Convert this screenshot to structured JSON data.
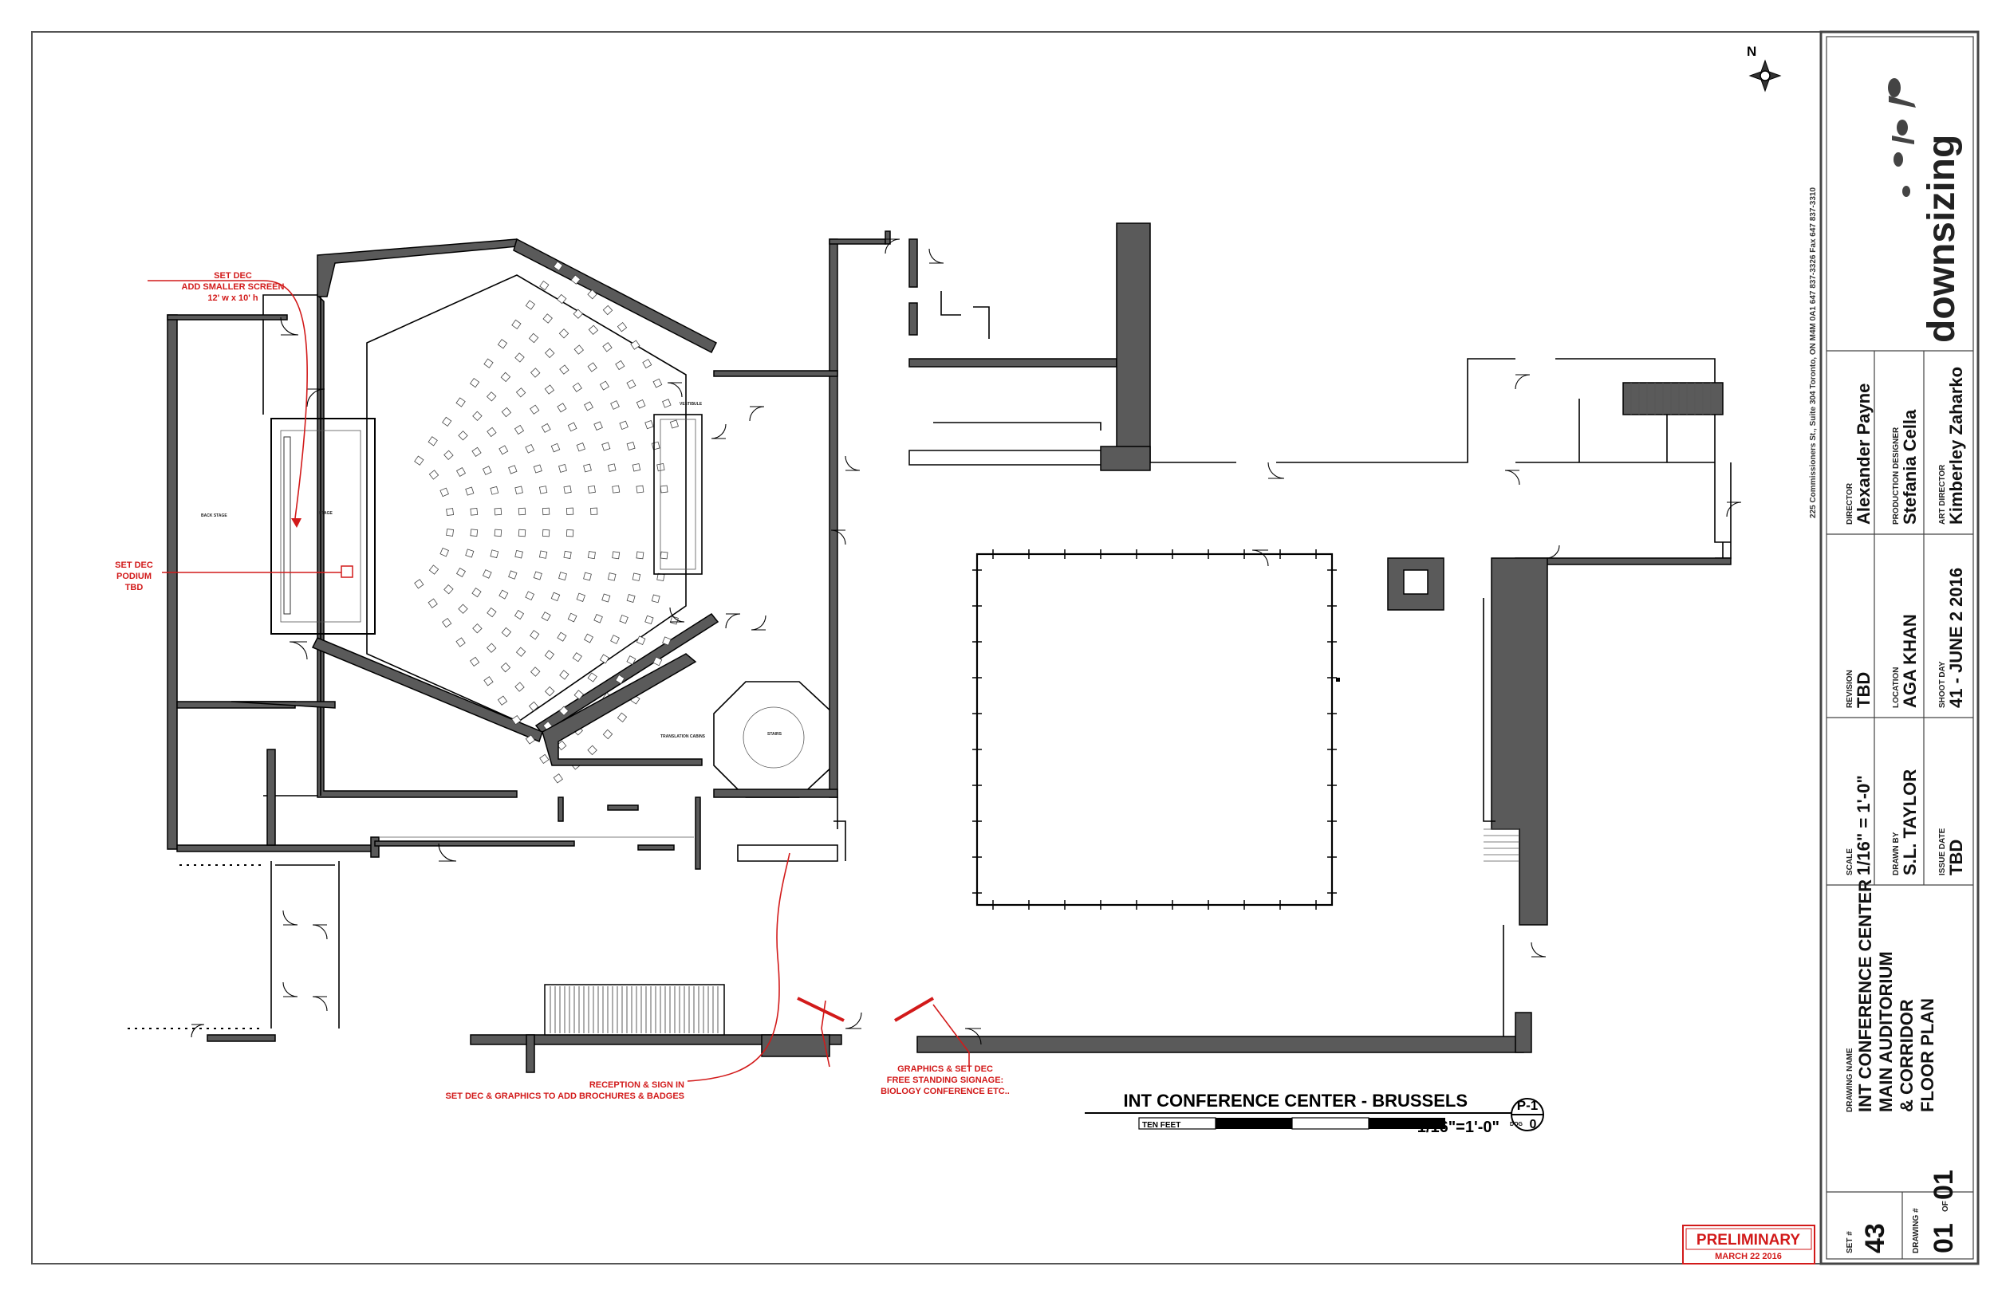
{
  "colors": {
    "ink": "#000000",
    "wall": "#5a5a5a",
    "note_red": "#d21a1a",
    "paper": "#ffffff"
  },
  "compass": {
    "label": "N"
  },
  "room_labels": {
    "back_stage": "BACK STAGE",
    "stage": "STAGE",
    "stairs": "STAIRS",
    "translation": "TRANSLATION CABINS",
    "vestibule": "VESTIBULE"
  },
  "annotations": {
    "screen": [
      "SET DEC",
      "ADD SMALLER SCREEN",
      "12' w x 10' h"
    ],
    "podium": [
      "SET DEC",
      "PODIUM",
      "TBD"
    ],
    "reception": [
      "RECEPTION & SIGN IN",
      "SET DEC & GRAPHICS TO ADD BROCHURES & BADGES"
    ],
    "graphics": [
      "GRAPHICS & SET DEC",
      "FREE STANDING SIGNAGE:",
      "BIOLOGY CONFERENCE ETC.."
    ]
  },
  "plan_title": {
    "title": "INT CONFERENCE CENTER - BRUSSELS",
    "scale_bar": "TEN FEET",
    "scale": "1/16\"=1'-0\"",
    "sheet": "P-1",
    "dog_label": "DOG",
    "dog_value": "0"
  },
  "stamp": {
    "label": "PRELIMINARY",
    "date": "MARCH 22 2016"
  },
  "title_block": {
    "company": "downsizing",
    "address": "225 Commissioners St., Suite 304   Toronto, ON M4M 0A1   647 837-3326   Fax 647 837-3310",
    "director_label": "DIRECTOR",
    "director": "Alexander Payne",
    "pd_label": "PRODUCTION DESIGNER",
    "pd": "Stefania Cella",
    "ad_label": "ART DIRECTOR",
    "ad": "Kimberley Zaharko",
    "revision_label": "REVISION",
    "revision": "TBD",
    "location_label": "LOCATION",
    "location": "AGA KHAN",
    "shootday_label": "SHOOT DAY",
    "shootday": "41 - JUNE 2 2016",
    "scale_label": "SCALE",
    "scale": "1/16\" = 1'-0\"",
    "drawnby_label": "DRAWN BY",
    "drawnby": "S.L. TAYLOR",
    "issue_label": "ISSUE DATE",
    "issue": "TBD",
    "drawingname_label": "DRAWING NAME",
    "drawingname": [
      "INT CONFERENCE CENTER",
      "MAIN AUDITORIUM",
      "& CORRIDOR",
      "FLOOR PLAN"
    ],
    "set_label": "SET #",
    "set": "43",
    "drawingno_label": "DRAWING #",
    "drawingno": "01",
    "of": "OF",
    "drawingtotal": "01"
  }
}
